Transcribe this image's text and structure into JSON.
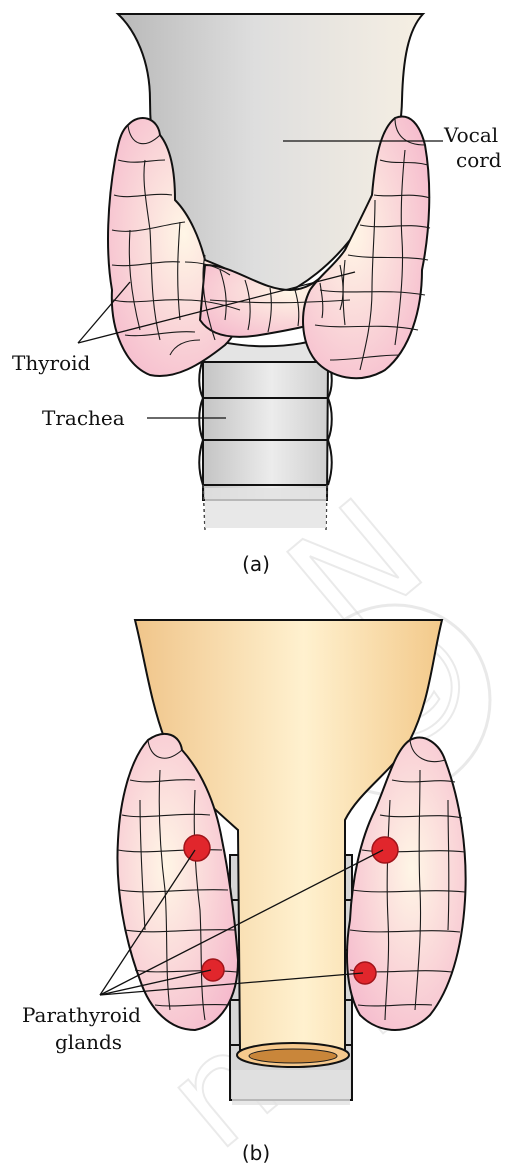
{
  "panel_a": {
    "caption": "(a)",
    "labels": {
      "vocal_cord": [
        "Vocal",
        "cord"
      ],
      "thyroid": "Thyroid",
      "trachea": "Trachea"
    }
  },
  "panel_b": {
    "caption": "(b)",
    "labels": {
      "parathyroid": [
        "Parathyroid",
        "glands"
      ]
    }
  },
  "watermark": {
    "text": "© NCERT not to be republished"
  },
  "colors": {
    "thyroid_pink": "#f7c6d5",
    "larynx_grey": "#dcdcdc",
    "larynx_orange": "#f6d79d",
    "parathyroid_red": "#e1262c"
  }
}
